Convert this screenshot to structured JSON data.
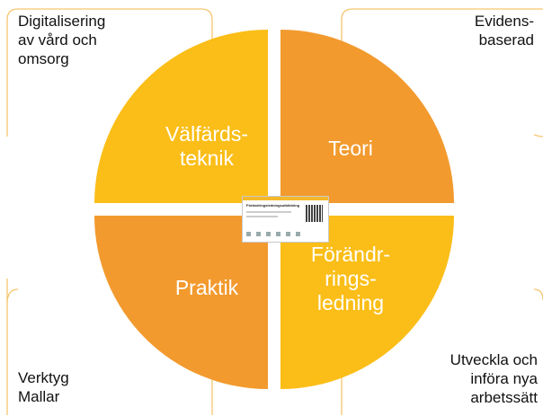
{
  "colors": {
    "gold": "#FBBE18",
    "orange": "#F29A2E",
    "outline": "#F5C56E",
    "text": "#111111",
    "label": "#FFFFFF"
  },
  "quadrants": {
    "top_left": "Välfärds-\nteknik",
    "top_right": "Teori",
    "bottom_left": "Praktik",
    "bottom_right": "Förändr-\nrings-\nledning"
  },
  "corners": {
    "top_left": "Digitalisering\nav vård och\nomsorg",
    "top_right": "Evidens-\nbaserad",
    "bottom_left": "Verktyg\nMallar",
    "bottom_right": "Utveckla och\ninföra nya\narbetssätt"
  },
  "center_image": {
    "title": "Förändringsledningsutbildning"
  }
}
